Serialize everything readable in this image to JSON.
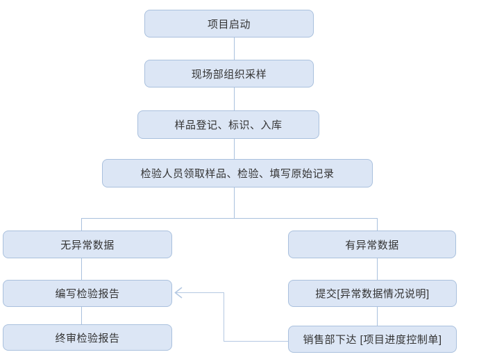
{
  "diagram": {
    "type": "flowchart",
    "nodes": [
      {
        "id": "project-start",
        "label": "项目启动"
      },
      {
        "id": "site-sampling",
        "label": "现场部组织采样"
      },
      {
        "id": "sample-registration",
        "label": "样品登记、标识、入库"
      },
      {
        "id": "inspection-record",
        "label": "检验人员领取样品、检验、填写原始记录"
      },
      {
        "id": "no-abnormal-data",
        "label": "无异常数据"
      },
      {
        "id": "abnormal-data",
        "label": "有异常数据"
      },
      {
        "id": "write-report",
        "label": "编写检验报告"
      },
      {
        "id": "final-review-report",
        "label": "终审检验报告"
      },
      {
        "id": "submit-abnormal-desc",
        "label": "提交[异常数据情况说明]"
      },
      {
        "id": "sales-issue-control-sheet",
        "label": "销售部下达 [项目进度控制单]"
      }
    ],
    "edges": [
      {
        "from": "project-start",
        "to": "site-sampling",
        "style": "line"
      },
      {
        "from": "site-sampling",
        "to": "sample-registration",
        "style": "line"
      },
      {
        "from": "sample-registration",
        "to": "inspection-record",
        "style": "line"
      },
      {
        "from": "inspection-record",
        "to": "no-abnormal-data",
        "style": "elbow-line"
      },
      {
        "from": "inspection-record",
        "to": "abnormal-data",
        "style": "elbow-line"
      },
      {
        "from": "no-abnormal-data",
        "to": "write-report",
        "style": "line"
      },
      {
        "from": "write-report",
        "to": "final-review-report",
        "style": "line"
      },
      {
        "from": "abnormal-data",
        "to": "submit-abnormal-desc",
        "style": "line"
      },
      {
        "from": "submit-abnormal-desc",
        "to": "sales-issue-control-sheet",
        "style": "line"
      },
      {
        "from": "sales-issue-control-sheet",
        "to": "write-report",
        "style": "elbow-arrow"
      }
    ],
    "colors": {
      "node_fill": "#dce6f5",
      "node_border": "#a9c0dd",
      "connector": "#a9c0dd",
      "feedback_arrow": "#b4c8e2",
      "text": "#333333",
      "background": "#ffffff"
    }
  }
}
